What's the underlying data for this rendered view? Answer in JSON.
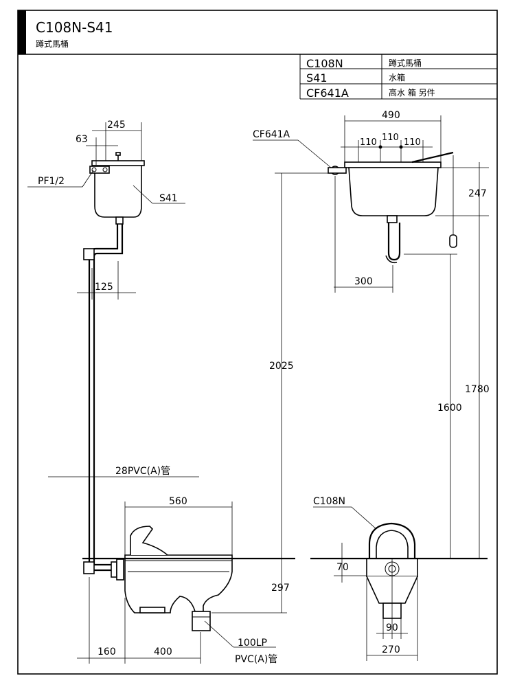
{
  "header": {
    "model_code": "C108N-S41",
    "model_desc": "蹲式馬桶"
  },
  "parts_table": {
    "rows": [
      {
        "code": "C108N",
        "desc": "蹲式馬桶"
      },
      {
        "code": "S41",
        "desc": "水箱"
      },
      {
        "code": "CF641A",
        "desc": "高水 箱 另件"
      }
    ]
  },
  "side_view": {
    "dim_tank_width": "245",
    "dim_offset": "63",
    "label_inlet": "PF1/2",
    "label_tank": "S41",
    "dim_pipe_offset": "125",
    "label_pipe": "28PVC(A)管",
    "dim_bowl_width": "560",
    "dim_bowl_height": "297",
    "dim_wall_offset": "160",
    "dim_outlet_offset": "400",
    "label_outlet_1": "100LP",
    "label_outlet_2": "PVC(A)管",
    "dim_total_height": "2025"
  },
  "front_view": {
    "label_fitting": "CF641A",
    "dim_tank_width": "490",
    "dim_spacing_1": "110",
    "dim_spacing_2": "110",
    "dim_spacing_3": "110",
    "dim_tank_height": "247",
    "dim_outlet_offset": "300",
    "dim_height_1780": "1780",
    "dim_height_1600": "1600",
    "label_bowl": "C108N",
    "dim_bowl_rim": "70",
    "dim_outlet_width": "90",
    "dim_base_width": "270"
  }
}
